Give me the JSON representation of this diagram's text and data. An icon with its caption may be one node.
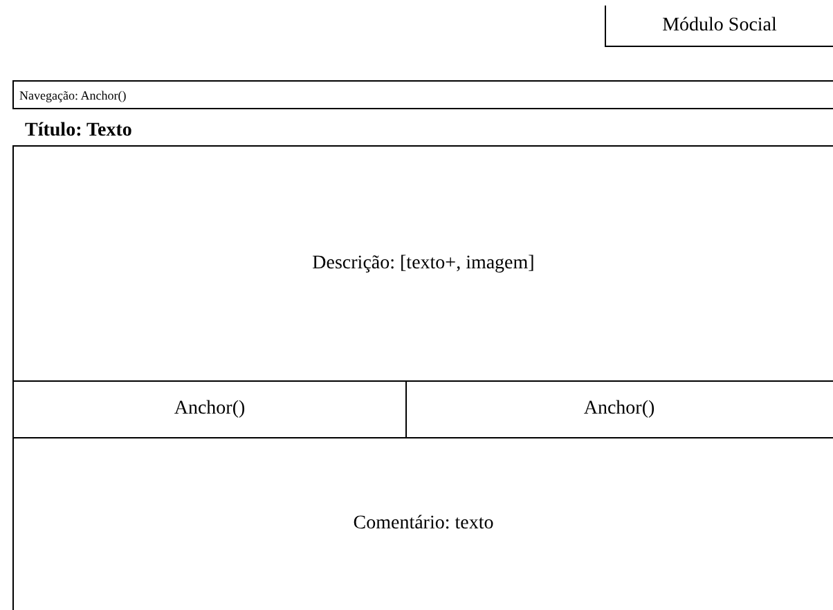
{
  "diagram": {
    "nodes": [
      {
        "text": [
          "Módulo Social"
        ]
      },
      {
        "text": [
          "Navegação: Anchor()"
        ]
      },
      {
        "text": [
          "Descrição: [texto+, imagem]"
        ]
      },
      {
        "text": [
          "Anchor()"
        ]
      },
      {
        "text": [
          "Anchor()"
        ]
      },
      {
        "text": [
          "Comentário: texto"
        ]
      }
    ],
    "edges": [],
    "labels": [
      "Título: Texto"
    ]
  }
}
